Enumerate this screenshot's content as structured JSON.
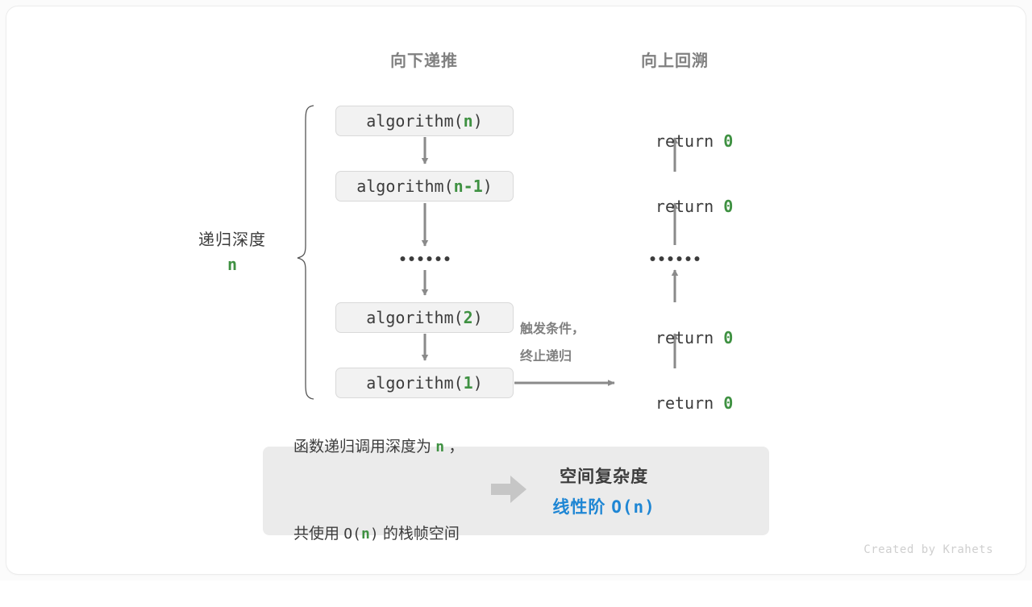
{
  "headers": {
    "down": "向下递推",
    "up": "向上回溯"
  },
  "call_stack": [
    {
      "prefix": "algorithm(",
      "arg": "n",
      "suffix": ")"
    },
    {
      "prefix": "algorithm(",
      "arg": "n-1",
      "suffix": ")"
    },
    {
      "prefix": "algorithm(",
      "arg": "2",
      "suffix": ")"
    },
    {
      "prefix": "algorithm(",
      "arg": "1",
      "suffix": ")"
    }
  ],
  "returns": [
    {
      "keyword": "return ",
      "value": "0"
    },
    {
      "keyword": "return ",
      "value": "0"
    },
    {
      "keyword": "return ",
      "value": "0"
    },
    {
      "keyword": "return ",
      "value": "0"
    }
  ],
  "depth": {
    "label": "递归深度",
    "value": "n"
  },
  "trigger_note": {
    "line1": "触发条件，",
    "line2": "终止递归"
  },
  "summary": {
    "left_line1_a": "函数递归调用深度为 ",
    "left_line1_n": "n",
    "left_line1_b": " ，",
    "left_line2_a": "共使用 ",
    "left_line2_o": "O(",
    "left_line2_n": "n",
    "left_line2_c": ")",
    "left_line2_b": " 的栈帧空间",
    "right_title": "空间复杂度",
    "right_order": "线性阶 ",
    "right_notation": "O(n)"
  },
  "footer": "Created by Krahets",
  "colors": {
    "accent_green": "#3f9142",
    "accent_blue": "#1e86d4",
    "arrow_gray": "#8a8a8a",
    "box_fill": "#f2f2f2",
    "box_border": "#d9d9d9",
    "summary_fill": "#ebebeb",
    "header_gray": "#808080",
    "text_dark": "#3c3c3c",
    "footer_gray": "#cfcfcf"
  }
}
